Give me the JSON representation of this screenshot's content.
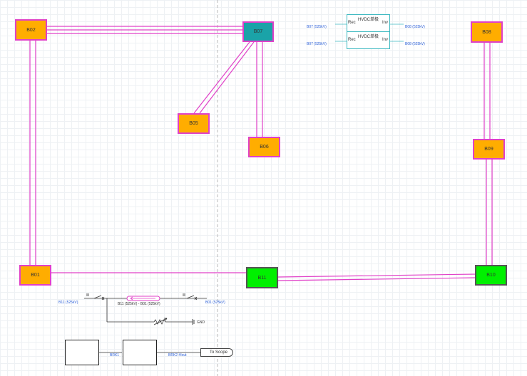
{
  "colors": {
    "line": "#e040c8",
    "bus_orange": "#ffad00",
    "bus_teal": "#1aa3a8",
    "bus_green": "#00f000",
    "label_blue": "#2b5fd8",
    "hvdc_border": "#3bb8c0"
  },
  "buses": {
    "b02": "B02",
    "b07": "B07",
    "b08": "B08",
    "b05": "B05",
    "b06": "B06",
    "b09": "B09",
    "b01": "B01",
    "b11": "B11",
    "b10": "B10"
  },
  "hvdc": {
    "pole1": {
      "title": "HVDC单极",
      "rec": "Rec",
      "inv": "Inv"
    },
    "pole2": {
      "title": "HVDC单极",
      "rec": "Rec",
      "inv": "Inv"
    },
    "labels": {
      "left1": "B07 (525kV)",
      "right1": "B08 (525kV)",
      "left2": "B07 (525kV)",
      "right2": "B08 (525kV)"
    }
  },
  "breaker_branch": {
    "left_label": "B11 (525kV)",
    "line_label": "B11 (525kV) - B01 (525kV)",
    "right_label": "B01 (525kV)",
    "ground_label": "GND"
  },
  "control": {
    "brk1": "BRK1",
    "brk2": "BRK2",
    "brk2_suffix": "#Iout",
    "scope": "To Scope"
  }
}
